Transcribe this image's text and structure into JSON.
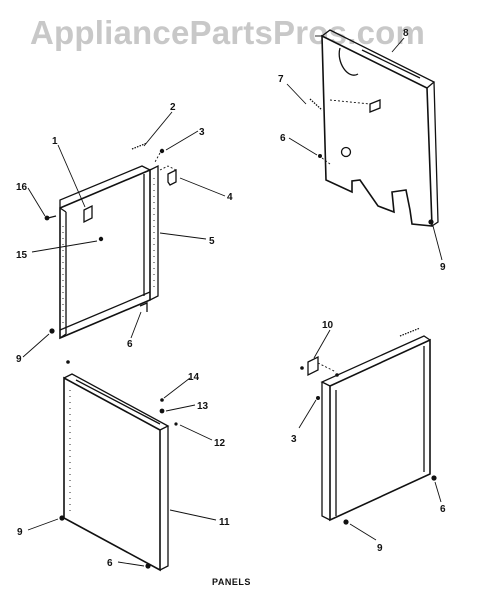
{
  "watermark": "AppliancePartsPros.com",
  "caption": "PANELS",
  "callouts": [
    {
      "key": "c1",
      "text": "1"
    },
    {
      "key": "c2",
      "text": "2"
    },
    {
      "key": "c3a",
      "text": "3"
    },
    {
      "key": "c4",
      "text": "4"
    },
    {
      "key": "c5",
      "text": "5"
    },
    {
      "key": "c6a",
      "text": "6"
    },
    {
      "key": "c9a",
      "text": "9"
    },
    {
      "key": "c15",
      "text": "15"
    },
    {
      "key": "c16",
      "text": "16"
    },
    {
      "key": "c7",
      "text": "7"
    },
    {
      "key": "c8",
      "text": "8"
    },
    {
      "key": "c6b",
      "text": "6"
    },
    {
      "key": "c9b",
      "text": "9"
    },
    {
      "key": "c14",
      "text": "14"
    },
    {
      "key": "c13",
      "text": "13"
    },
    {
      "key": "c12",
      "text": "12"
    },
    {
      "key": "c11",
      "text": "11"
    },
    {
      "key": "c9c",
      "text": "9"
    },
    {
      "key": "c6c",
      "text": "6"
    },
    {
      "key": "c10",
      "text": "10"
    },
    {
      "key": "c3b",
      "text": "3"
    },
    {
      "key": "c6d",
      "text": "6"
    },
    {
      "key": "c9d",
      "text": "9"
    }
  ]
}
